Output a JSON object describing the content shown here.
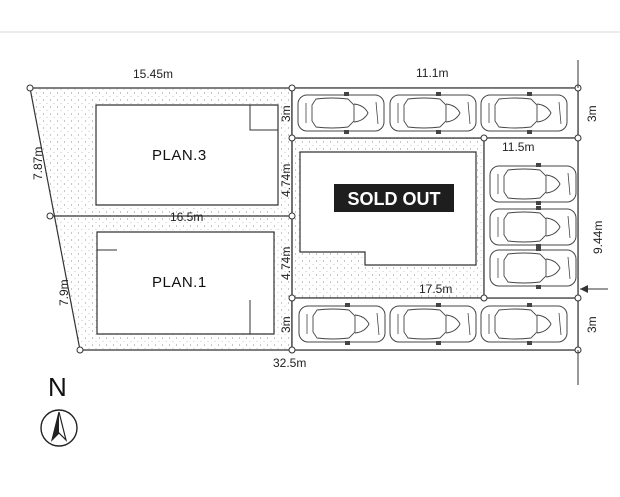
{
  "lots": {
    "plan3_label": "PLAN.3",
    "plan1_label": "PLAN.1",
    "sold_badge": "SOLD OUT"
  },
  "dimensions": {
    "top_left": "15.45m",
    "top_right": "11.1m",
    "middle_left": "16.5m",
    "parking_right_width": "11.5m",
    "sold_width": "17.5m",
    "bottom_total": "32.5m",
    "left_upper": "7.87m",
    "left_lower": "7.9m",
    "depth_upper": "4.74m",
    "depth_lower": "4.74m",
    "parking_top_left": "3m",
    "parking_top_right": "3m",
    "parking_bottom_left": "3m",
    "parking_bottom_right": "3m",
    "right_side": "9.44m"
  },
  "compass": {
    "label": "N"
  },
  "colors": {
    "line": "#333333",
    "badge_bg": "#1e1e1e",
    "stipple": "#999999"
  }
}
